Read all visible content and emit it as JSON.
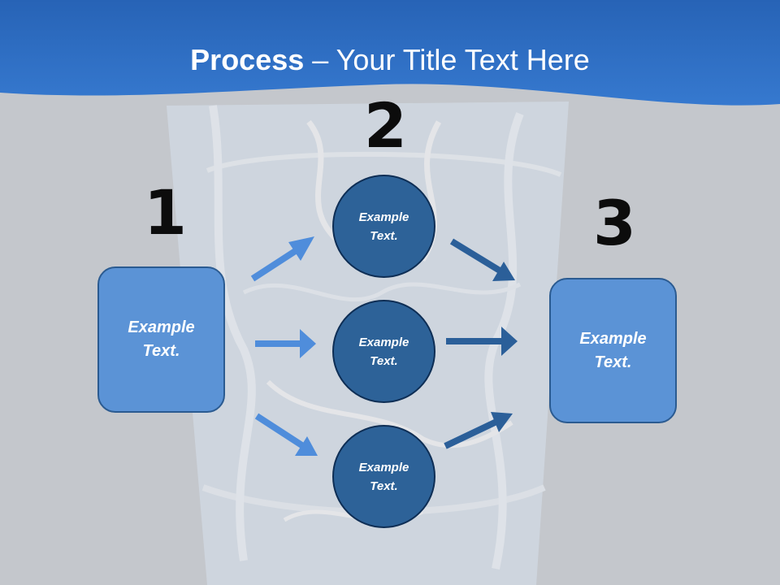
{
  "title": {
    "bold": "Process",
    "rest": " – Your Title Text Here"
  },
  "steps": [
    {
      "number": "1",
      "text": "Example\nText."
    },
    {
      "number": "2",
      "items": [
        "Example\nText.",
        "Example\nText.",
        "Example\nText."
      ]
    },
    {
      "number": "3",
      "text": "Example\nText."
    }
  ],
  "colors": {
    "header_band": "#2763b6",
    "background": "#c4c7cc",
    "box_fill": "#5b93d6",
    "circle_fill": "#2d6298",
    "arrow_left": "#4f8ddb",
    "arrow_right": "#2b5f99"
  }
}
